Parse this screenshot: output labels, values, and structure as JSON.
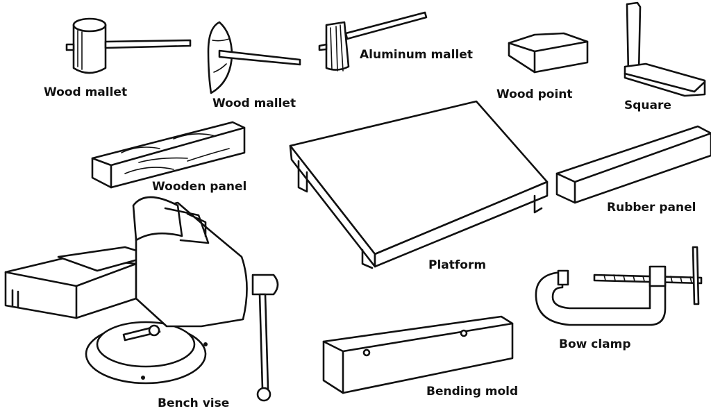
{
  "labels": {
    "wood_mallet_1": "Wood mallet",
    "wood_mallet_2": "Wood mallet",
    "aluminum_mallet": "Aluminum mallet",
    "wood_point": "Wood point",
    "square": "Square",
    "wooden_panel": "Wooden panel",
    "platform": "Platform",
    "rubber_panel": "Rubber panel",
    "bench_vise": "Bench vise",
    "bow_clamp": "Bow clamp",
    "bending_mold": "Bending mold"
  },
  "colors": {
    "ink": "#111111",
    "background": "#ffffff"
  }
}
